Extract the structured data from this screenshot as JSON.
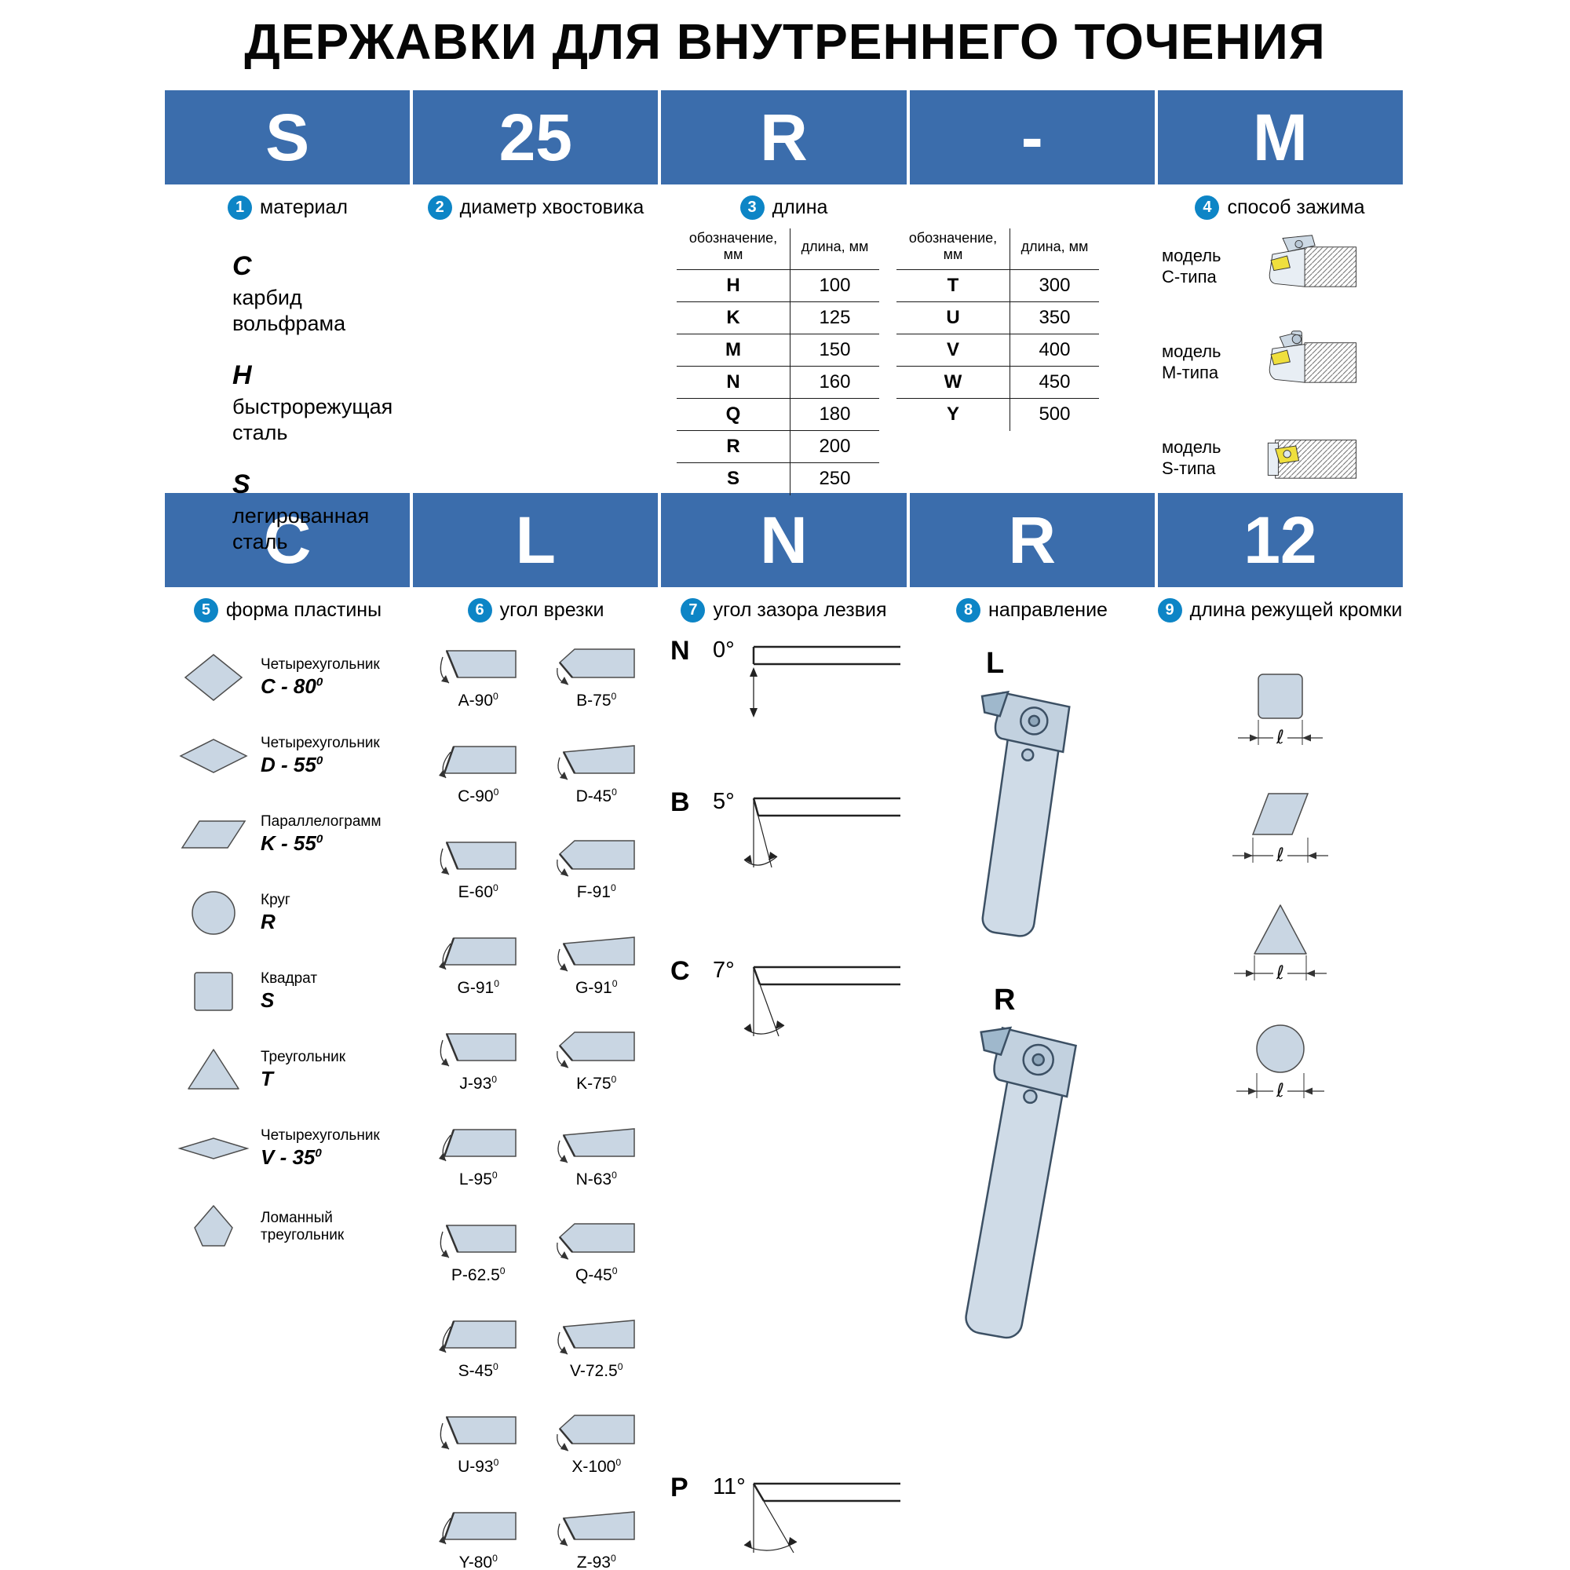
{
  "title": "ДЕРЖАВКИ ДЛЯ ВНУТРЕННЕГО ТОЧЕНИЯ",
  "code_top": {
    "cells": [
      "S",
      "25",
      "R",
      "-",
      "M"
    ]
  },
  "code_bottom": {
    "cells": [
      "C",
      "L",
      "N",
      "R",
      "12"
    ]
  },
  "colors": {
    "header_blue": "#3b6dac",
    "badge_blue": "#0d85c6",
    "shape_fill": "#c9d6e3",
    "insert_yellow": "#efdf3d"
  },
  "sections": {
    "material": {
      "num": "1",
      "label": "материал",
      "items": [
        {
          "code": "C",
          "desc": "карбид вольфрама"
        },
        {
          "code": "H",
          "desc": "быстрорежущая сталь"
        },
        {
          "code": "S",
          "desc": "легированная сталь"
        }
      ]
    },
    "shank_diameter": {
      "num": "2",
      "label": "диаметр хвостовика"
    },
    "length": {
      "num": "3",
      "label": "длина",
      "col_headers": [
        "обозначение, мм",
        "длина, мм"
      ],
      "table1": [
        [
          "H",
          "100"
        ],
        [
          "K",
          "125"
        ],
        [
          "M",
          "150"
        ],
        [
          "N",
          "160"
        ],
        [
          "Q",
          "180"
        ],
        [
          "R",
          "200"
        ],
        [
          "S",
          "250"
        ]
      ],
      "table2": [
        [
          "T",
          "300"
        ],
        [
          "U",
          "350"
        ],
        [
          "V",
          "400"
        ],
        [
          "W",
          "450"
        ],
        [
          "Y",
          "500"
        ]
      ]
    },
    "clamp": {
      "num": "4",
      "label": "способ зажима",
      "items": [
        {
          "label": "модель C-типа",
          "icon": "clamp-c"
        },
        {
          "label": "модель M-типа",
          "icon": "clamp-m"
        },
        {
          "label": "модель S-типа",
          "icon": "clamp-s"
        }
      ]
    },
    "insert_shape": {
      "num": "5",
      "label": "форма пластины",
      "items": [
        {
          "name": "Четырехугольник",
          "code": "C - 80",
          "sup": "0",
          "icon": "diamond-80"
        },
        {
          "name": "Четырехугольник",
          "code": "D - 55",
          "sup": "0",
          "icon": "diamond-55"
        },
        {
          "name": "Параллелограмм",
          "code": "K - 55",
          "sup": "0",
          "icon": "parallelogram"
        },
        {
          "name": "Круг",
          "code": "R",
          "sup": "",
          "icon": "circle"
        },
        {
          "name": "Квадрат",
          "code": "S",
          "sup": "",
          "icon": "square"
        },
        {
          "name": "Треугольник",
          "code": "T",
          "sup": "",
          "icon": "triangle"
        },
        {
          "name": "Четырехугольник",
          "code": "V - 35",
          "sup": "0",
          "icon": "diamond-35"
        },
        {
          "name": "Ломанный треугольник",
          "code": "",
          "sup": "",
          "icon": "trigon"
        }
      ]
    },
    "entry_angle": {
      "num": "6",
      "label": "угол врезки",
      "sup": "0",
      "items": [
        "A-90",
        "B-75",
        "C-90",
        "D-45",
        "E-60",
        "F-91",
        "G-91",
        "G-91",
        "J-93",
        "K-75",
        "L-95",
        "N-63",
        "P-62.5",
        "Q-45",
        "S-45",
        "V-72.5",
        "U-93",
        "X-100",
        "Y-80",
        "Z-93"
      ]
    },
    "clearance_angle": {
      "num": "7",
      "label": "угол зазора лезвия",
      "items": [
        {
          "code": "N",
          "deg": "0"
        },
        {
          "code": "B",
          "deg": "5"
        },
        {
          "code": "C",
          "deg": "7"
        },
        {
          "code": "P",
          "deg": "11"
        }
      ]
    },
    "direction": {
      "num": "8",
      "label": "направление",
      "items": [
        {
          "code": "L"
        },
        {
          "code": "R"
        }
      ]
    },
    "edge_length": {
      "num": "9",
      "label": "длина режущей кромки",
      "symbol": "ℓ",
      "icons": [
        "square",
        "rhombus",
        "triangle",
        "circle"
      ]
    }
  }
}
